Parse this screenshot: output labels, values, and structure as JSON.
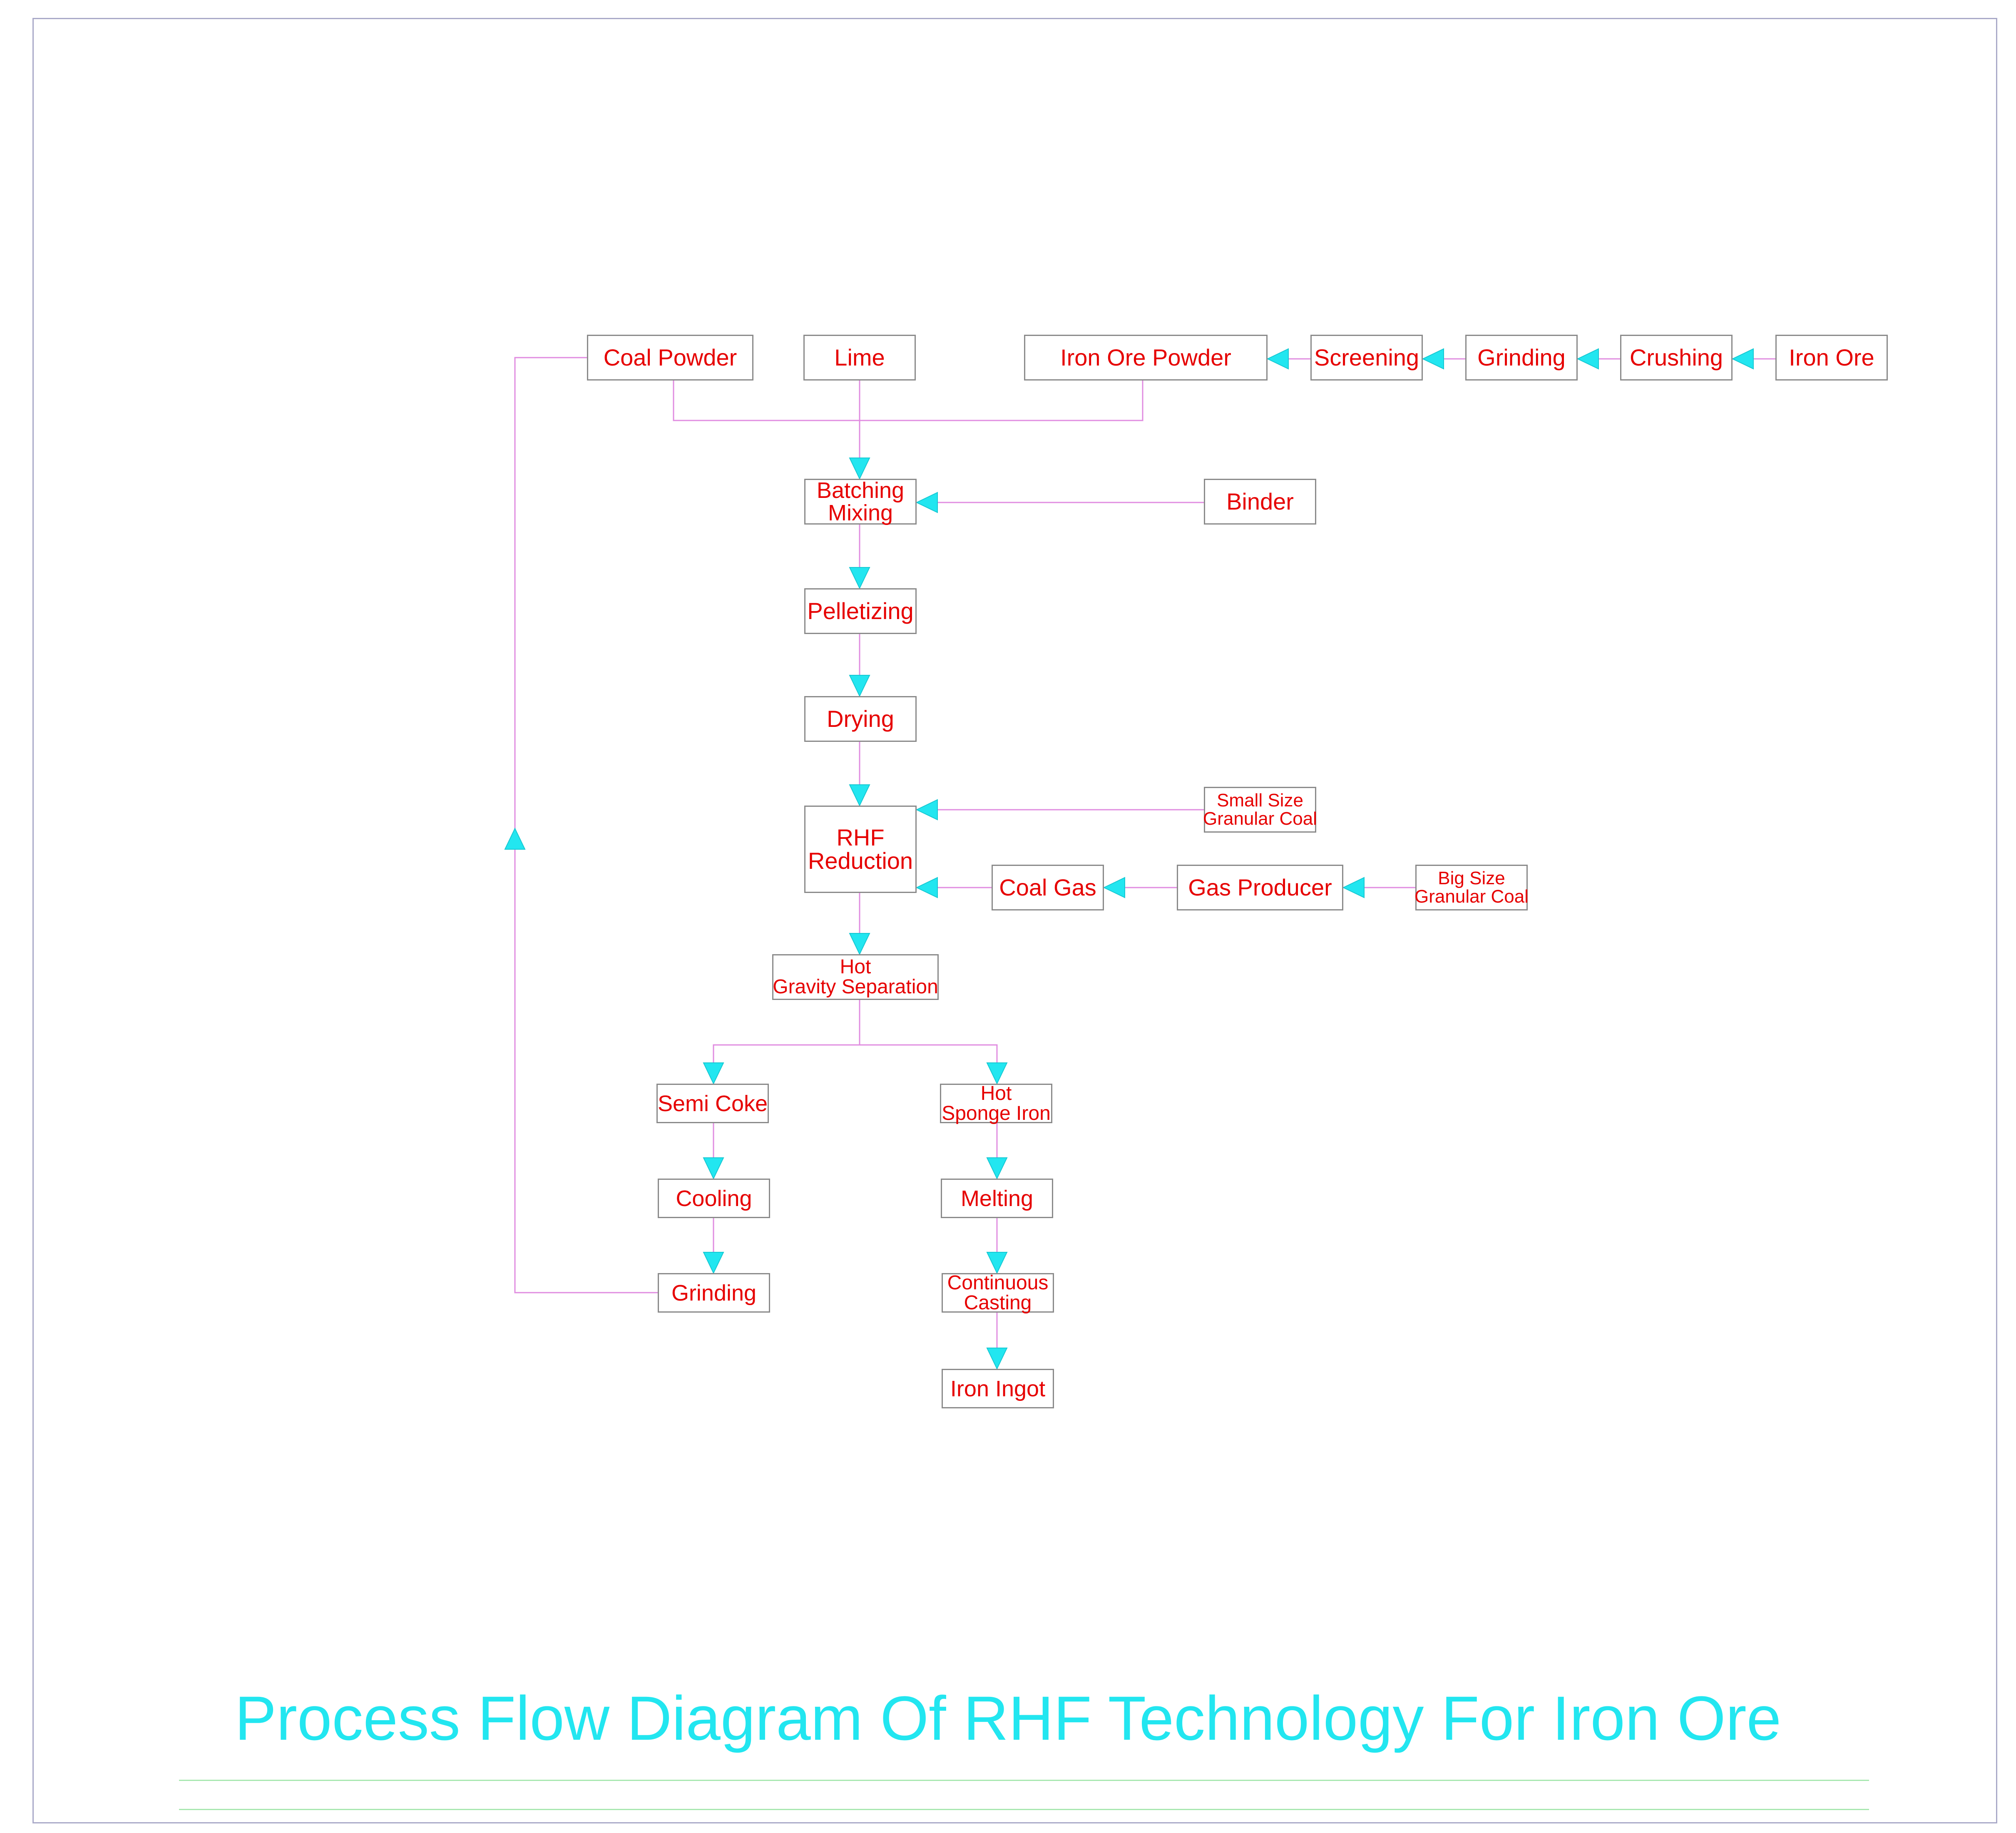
{
  "title": "Process Flow Diagram Of RHF Technology For Iron Ore",
  "colors": {
    "box_text": "#e60000",
    "box_border": "#8a8a8a",
    "connector": "#e08ce0",
    "arrowhead": "#22e6f0",
    "title": "#22e6f0",
    "frame": "#a9a9c8",
    "title_rule": "#a8e8b0"
  },
  "nodes": {
    "coal_powder": {
      "lines": [
        "Coal Powder"
      ]
    },
    "lime": {
      "lines": [
        "Lime"
      ]
    },
    "iron_ore_powder": {
      "lines": [
        "Iron Ore Powder"
      ]
    },
    "screening": {
      "lines": [
        "Screening"
      ]
    },
    "grinding_top": {
      "lines": [
        "Grinding"
      ]
    },
    "crushing": {
      "lines": [
        "Crushing"
      ]
    },
    "iron_ore": {
      "lines": [
        "Iron Ore"
      ]
    },
    "batching_mixing": {
      "lines": [
        "Batching",
        "Mixing"
      ]
    },
    "binder": {
      "lines": [
        "Binder"
      ]
    },
    "pelletizing": {
      "lines": [
        "Pelletizing"
      ]
    },
    "drying": {
      "lines": [
        "Drying"
      ]
    },
    "small_size_coal": {
      "lines": [
        "Small Size",
        "Granular Coal"
      ]
    },
    "rhf_reduction": {
      "lines": [
        "RHF",
        "Reduction"
      ]
    },
    "coal_gas": {
      "lines": [
        "Coal Gas"
      ]
    },
    "gas_producer": {
      "lines": [
        "Gas Producer"
      ]
    },
    "big_size_coal": {
      "lines": [
        "Big Size",
        "Granular Coal"
      ]
    },
    "hot_gravity_separation": {
      "lines": [
        "Hot",
        "Gravity Separation"
      ]
    },
    "semi_coke": {
      "lines": [
        "Semi Coke"
      ]
    },
    "hot_sponge_iron": {
      "lines": [
        "Hot",
        "Sponge Iron"
      ]
    },
    "cooling": {
      "lines": [
        "Cooling"
      ]
    },
    "melting": {
      "lines": [
        "Melting"
      ]
    },
    "grinding_bottom": {
      "lines": [
        "Grinding"
      ]
    },
    "continuous_casting": {
      "lines": [
        "Continuous",
        "Casting"
      ]
    },
    "iron_ingot": {
      "lines": [
        "Iron Ingot"
      ]
    }
  },
  "edges": [
    [
      "iron_ore",
      "crushing"
    ],
    [
      "crushing",
      "grinding_top"
    ],
    [
      "grinding_top",
      "screening"
    ],
    [
      "screening",
      "iron_ore_powder"
    ],
    [
      "coal_powder",
      "batching_mixing"
    ],
    [
      "lime",
      "batching_mixing"
    ],
    [
      "iron_ore_powder",
      "batching_mixing"
    ],
    [
      "binder",
      "batching_mixing"
    ],
    [
      "batching_mixing",
      "pelletizing"
    ],
    [
      "pelletizing",
      "drying"
    ],
    [
      "drying",
      "rhf_reduction"
    ],
    [
      "small_size_coal",
      "rhf_reduction"
    ],
    [
      "big_size_coal",
      "gas_producer"
    ],
    [
      "gas_producer",
      "coal_gas"
    ],
    [
      "coal_gas",
      "rhf_reduction"
    ],
    [
      "rhf_reduction",
      "hot_gravity_separation"
    ],
    [
      "hot_gravity_separation",
      "semi_coke"
    ],
    [
      "hot_gravity_separation",
      "hot_sponge_iron"
    ],
    [
      "semi_coke",
      "cooling"
    ],
    [
      "cooling",
      "grinding_bottom"
    ],
    [
      "grinding_bottom",
      "coal_powder"
    ],
    [
      "hot_sponge_iron",
      "melting"
    ],
    [
      "melting",
      "continuous_casting"
    ],
    [
      "continuous_casting",
      "iron_ingot"
    ]
  ]
}
